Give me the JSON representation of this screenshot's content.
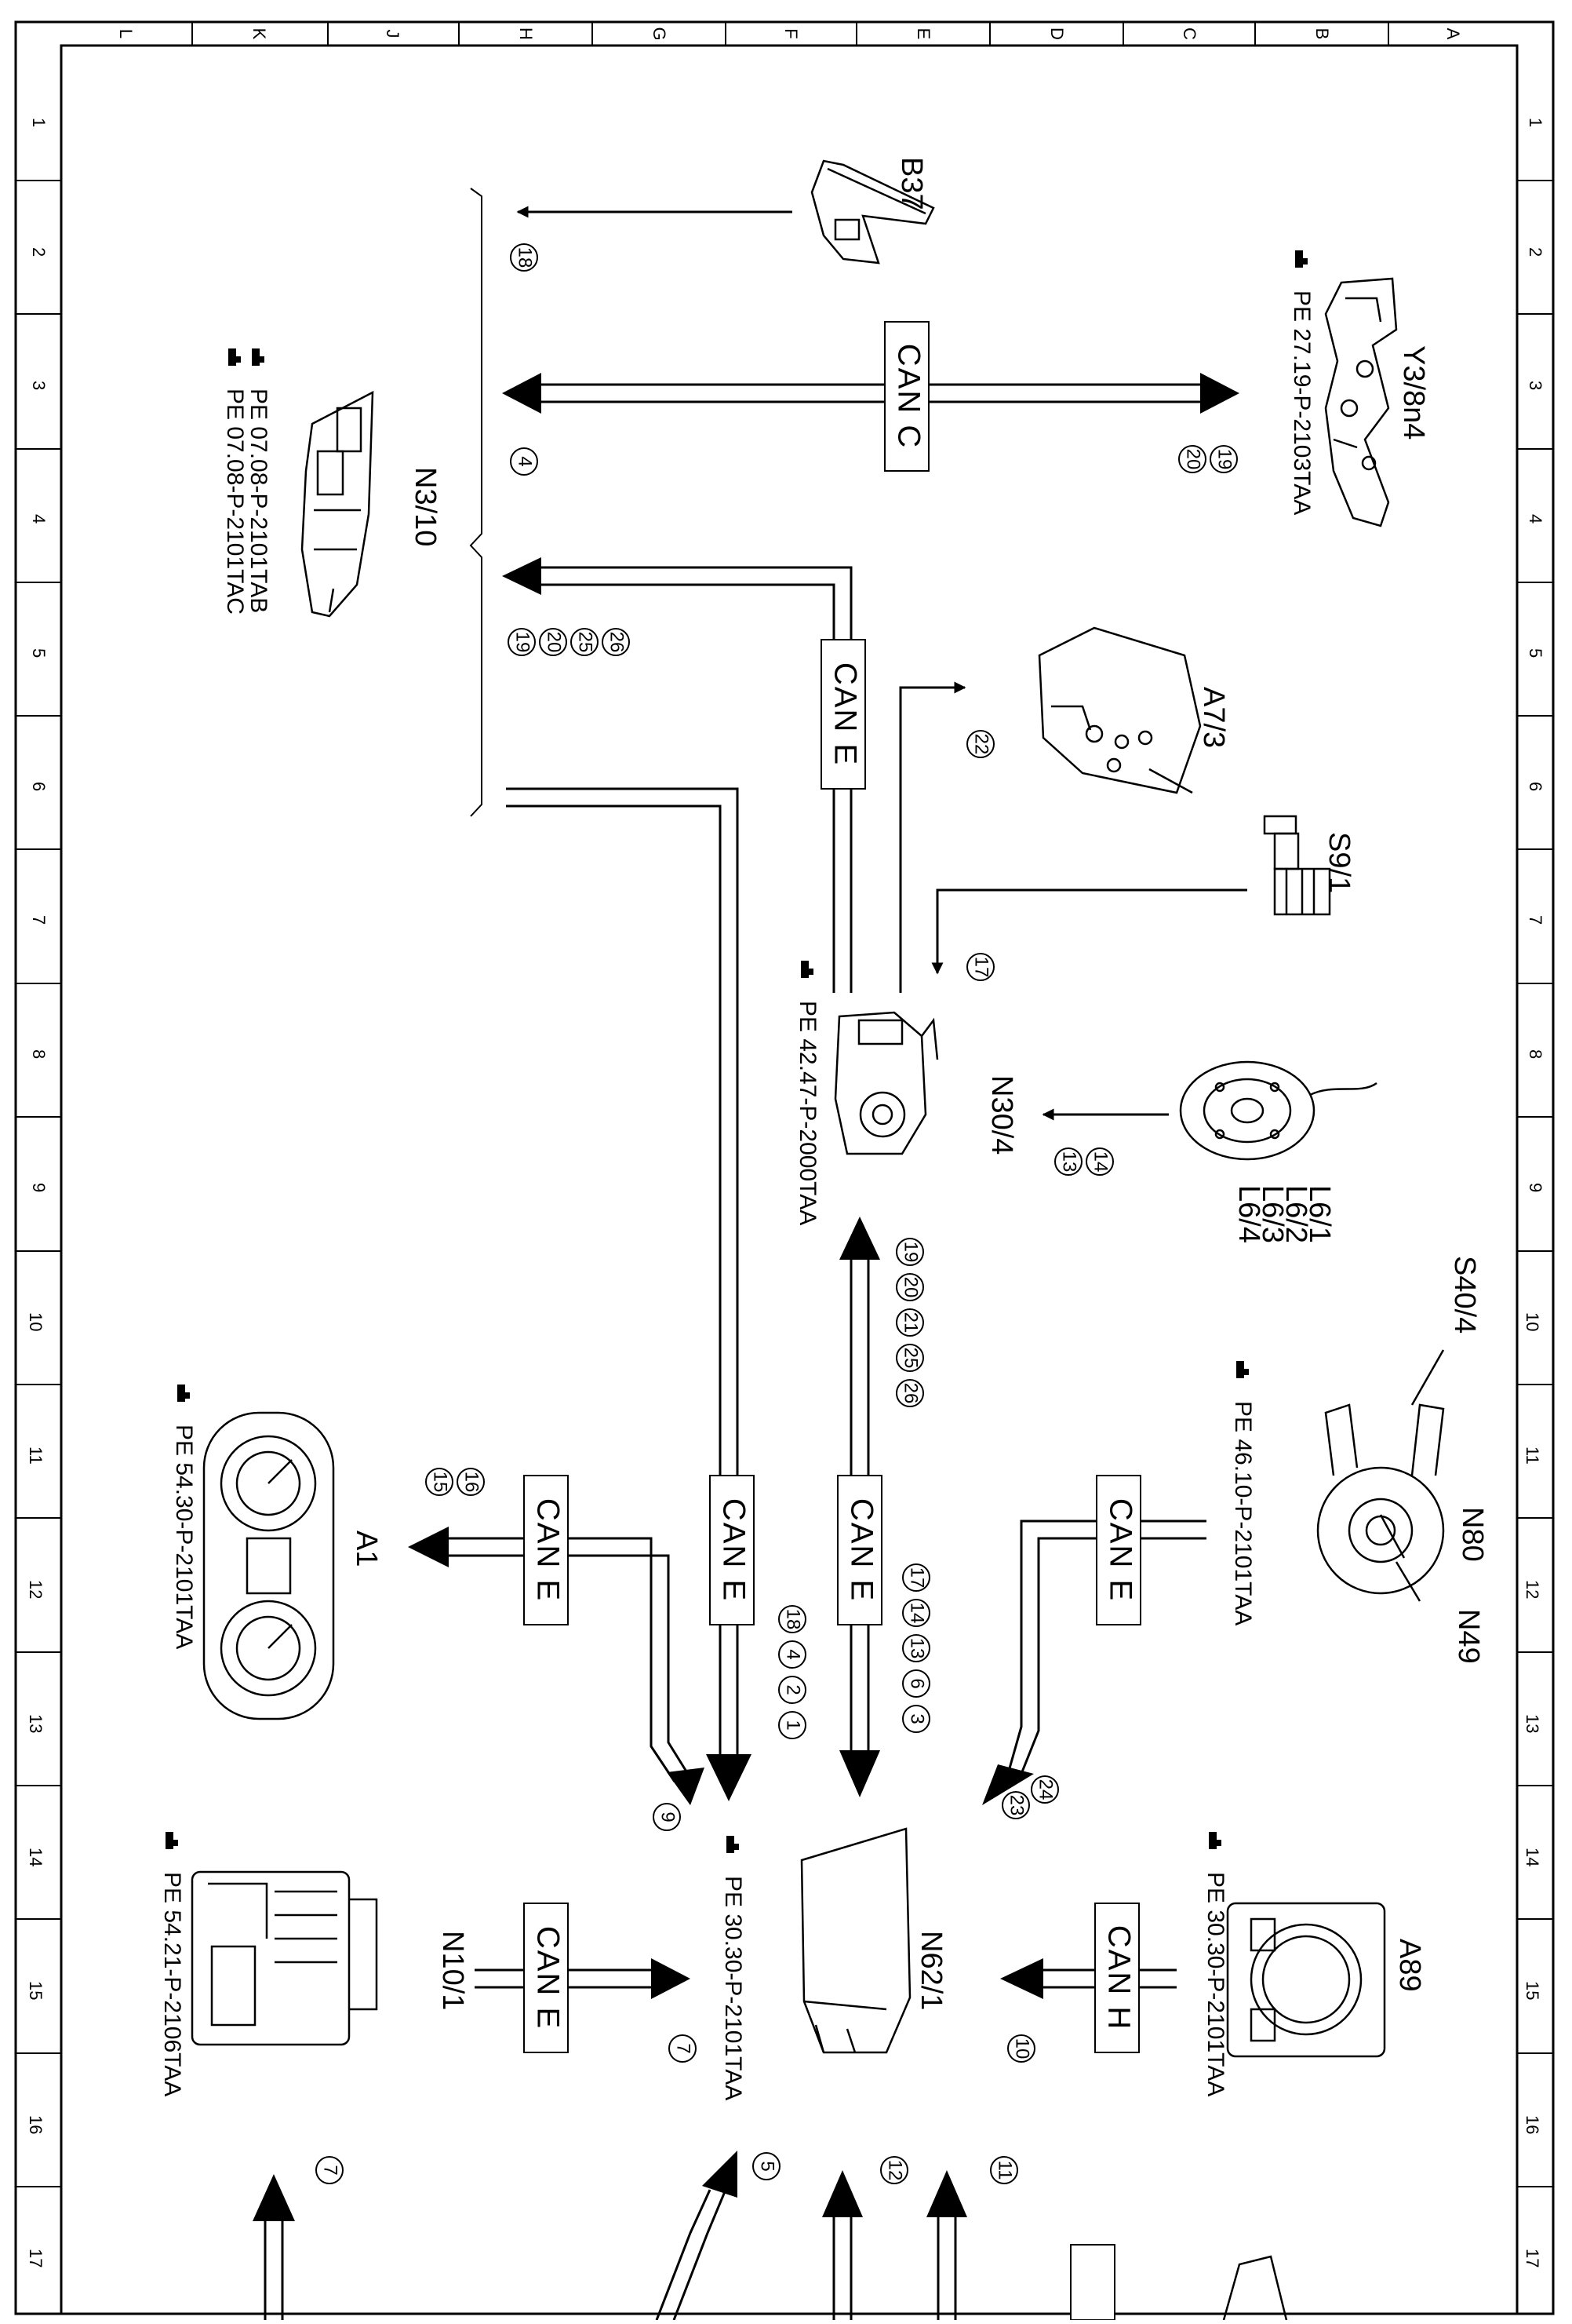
{
  "grid": {
    "letters": [
      "L",
      "K",
      "J",
      "H",
      "G",
      "F",
      "E",
      "D",
      "C",
      "B",
      "A"
    ],
    "numbers": [
      "1",
      "2",
      "3",
      "4",
      "5",
      "6",
      "7",
      "8",
      "9",
      "10",
      "11",
      "12",
      "13",
      "14",
      "15",
      "16",
      "17"
    ]
  },
  "components": {
    "b37": "B37",
    "y3_8n4": "Y3/8n4",
    "n3_10": "N3/10",
    "a7_3": "A7/3",
    "s9_1": "S9/1",
    "n30_4": "N30/4",
    "l6_1": "L6/1",
    "l6_2": "L6/2",
    "l6_3": "L6/3",
    "l6_4": "L6/4",
    "s40_4": "S40/4",
    "n80": "N80",
    "n49": "N49",
    "a1": "A1",
    "n62_1": "N62/1",
    "n10_1": "N10/1",
    "a89": "A89"
  },
  "refs": {
    "y3_8n4": "PE 27.19-P-2103TAA",
    "n3_10_a": "PE 07.08-P-2101TAB",
    "n3_10_b": "PE 07.08-P-2101TAC",
    "n30_4": "PE 42.47-P-2000TAA",
    "s40_4": "PE 46.10-P-2101TAA",
    "a1": "PE 54.30-P-2101TAA",
    "n62_1": "PE 30.30-P-2101TAA",
    "n10_1": "PE 54.21-P-2106TAA",
    "a89": "PE 30.30-P-2101TAA"
  },
  "buses": {
    "can_c": "CAN C",
    "can_e": "CAN E",
    "can_h": "CAN H"
  },
  "signals": {
    "s18a": "18",
    "s4a": "4",
    "s19a": "19",
    "s20a": "20",
    "s19b": "19",
    "s20b": "20",
    "s25b": "25",
    "s26b": "26",
    "s22": "22",
    "s17a": "17",
    "s14a": "14",
    "s13a": "13",
    "s19c": "19",
    "s20c": "20",
    "s21c": "21",
    "s25c": "25",
    "s26c": "26",
    "s16": "16",
    "s15": "15",
    "s18d": "18",
    "s4d": "4",
    "s2d": "2",
    "s1d": "1",
    "s17e": "17",
    "s14e": "14",
    "s13e": "13",
    "s6e": "6",
    "s3e": "3",
    "s24": "24",
    "s23": "23",
    "s9": "9",
    "s7a": "7",
    "s10": "10",
    "s7b": "7",
    "s5": "5",
    "s12": "12",
    "s11": "11"
  }
}
